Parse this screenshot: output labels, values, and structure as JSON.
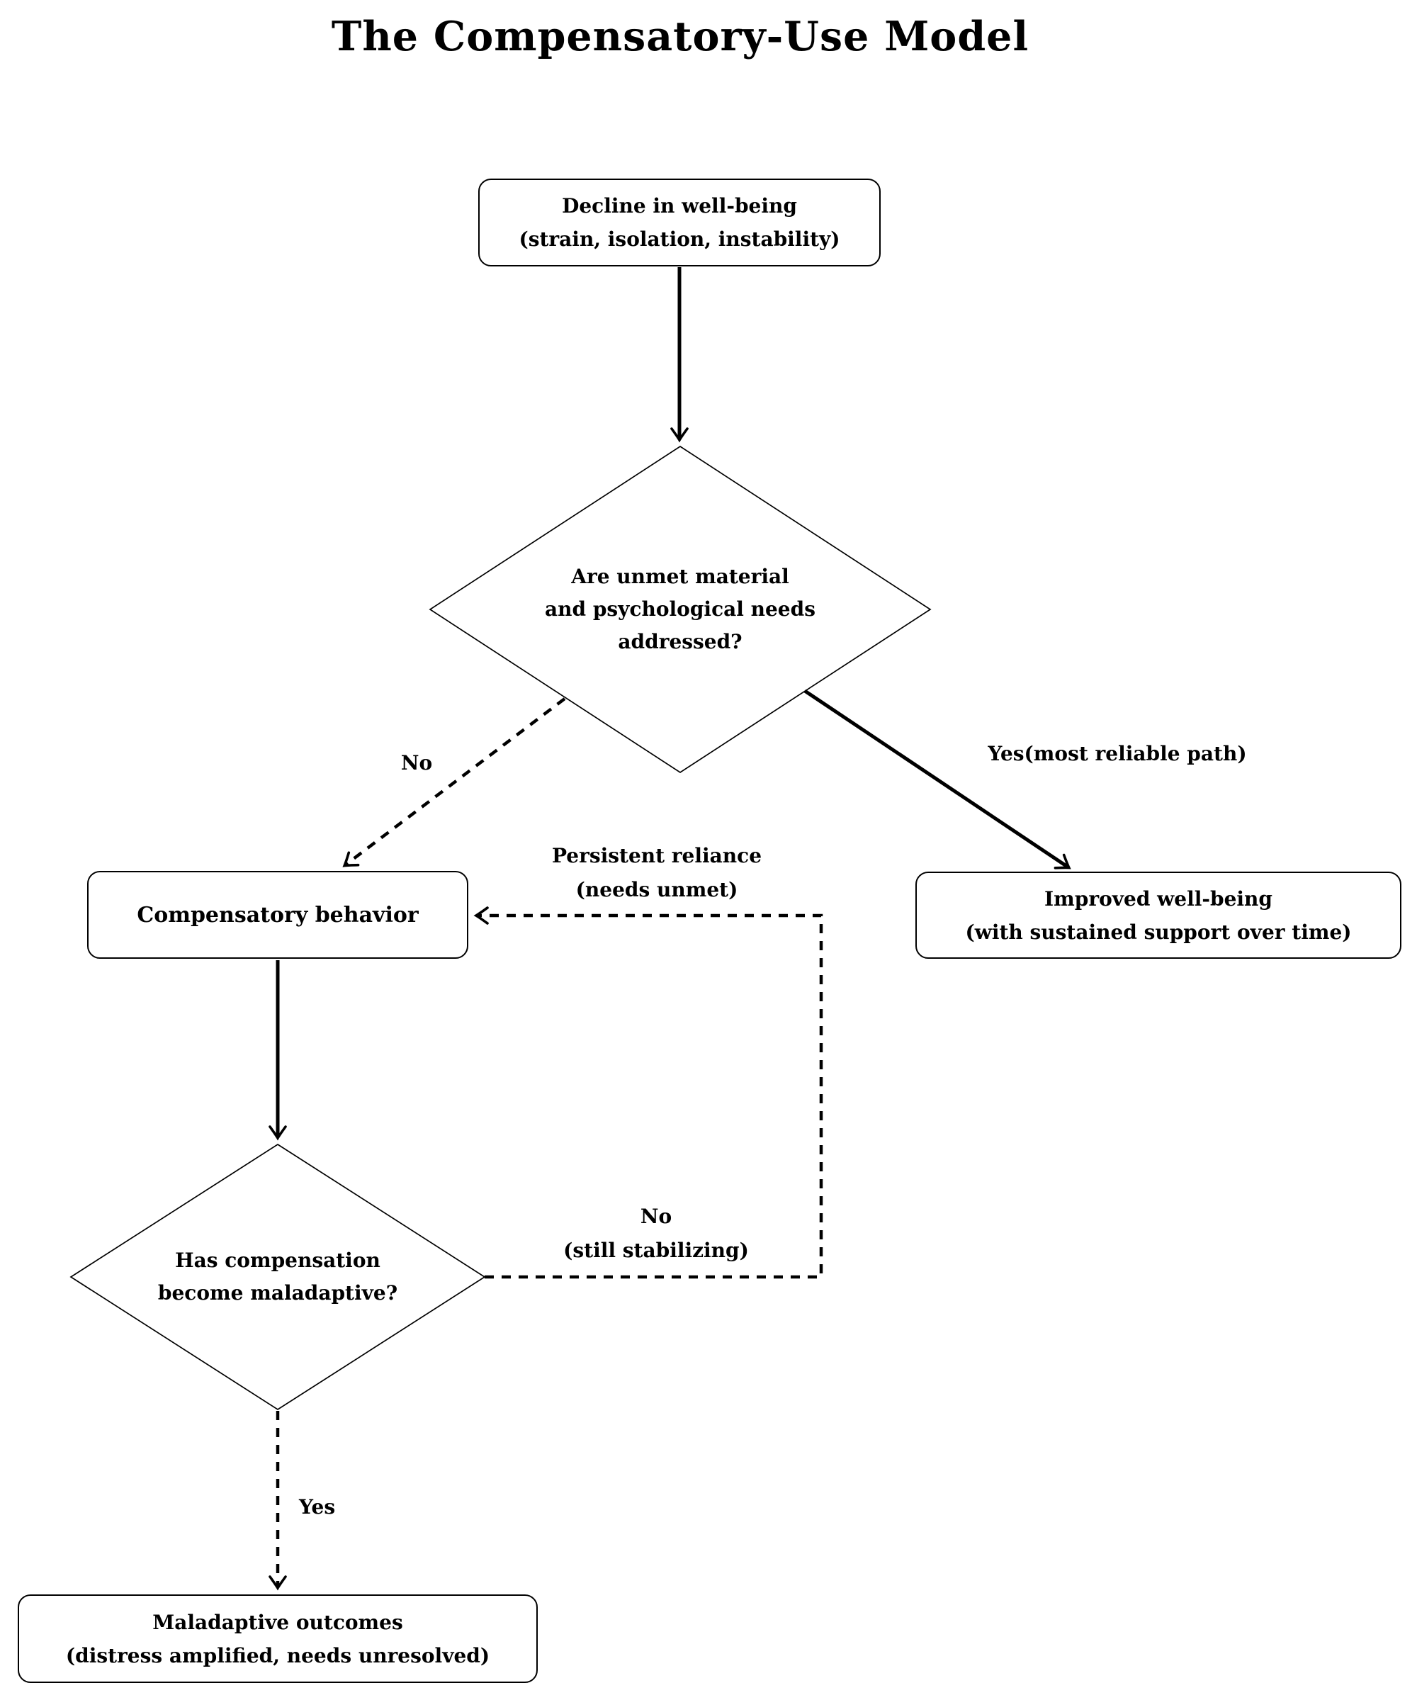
{
  "title": "The Compensatory-Use Model",
  "colors": {
    "ink": "#000000",
    "background": "#ffffff"
  },
  "nodes": {
    "decline": {
      "shape": "rounded-rectangle",
      "line1": "Decline in well-being",
      "line2": "(strain, isolation, instability)"
    },
    "needs_addressed": {
      "shape": "diamond",
      "line1": "Are unmet material",
      "line2": "and psychological needs",
      "line3": "addressed?"
    },
    "compensatory": {
      "shape": "rounded-rectangle",
      "label": "Compensatory behavior"
    },
    "improved": {
      "shape": "rounded-rectangle",
      "line1": "Improved well-being",
      "line2": "(with sustained support over time)"
    },
    "maladaptive_question": {
      "shape": "diamond",
      "line1": "Has compensation",
      "line2": "become maladaptive?"
    },
    "maladaptive_outcomes": {
      "shape": "rounded-rectangle",
      "line1": "Maladaptive outcomes",
      "line2": "(distress amplified, needs unresolved)"
    }
  },
  "edges": {
    "decline_to_question": {
      "style": "solid-arrow",
      "label": ""
    },
    "no_branch": {
      "style": "dashed-arrow",
      "label": "No"
    },
    "yes_branch": {
      "style": "solid-arrow",
      "label": "Yes(most reliable path)"
    },
    "compensatory_to_question": {
      "style": "solid-arrow",
      "label": ""
    },
    "feedback_loop": {
      "style": "dashed-arrow",
      "label_top_line1": "Persistent reliance",
      "label_top_line2": "(needs unmet)",
      "label_bottom_line1": "No",
      "label_bottom_line2": "(still stabilizing)"
    },
    "yes_maladaptive": {
      "style": "dashed-arrow",
      "label": "Yes"
    }
  }
}
